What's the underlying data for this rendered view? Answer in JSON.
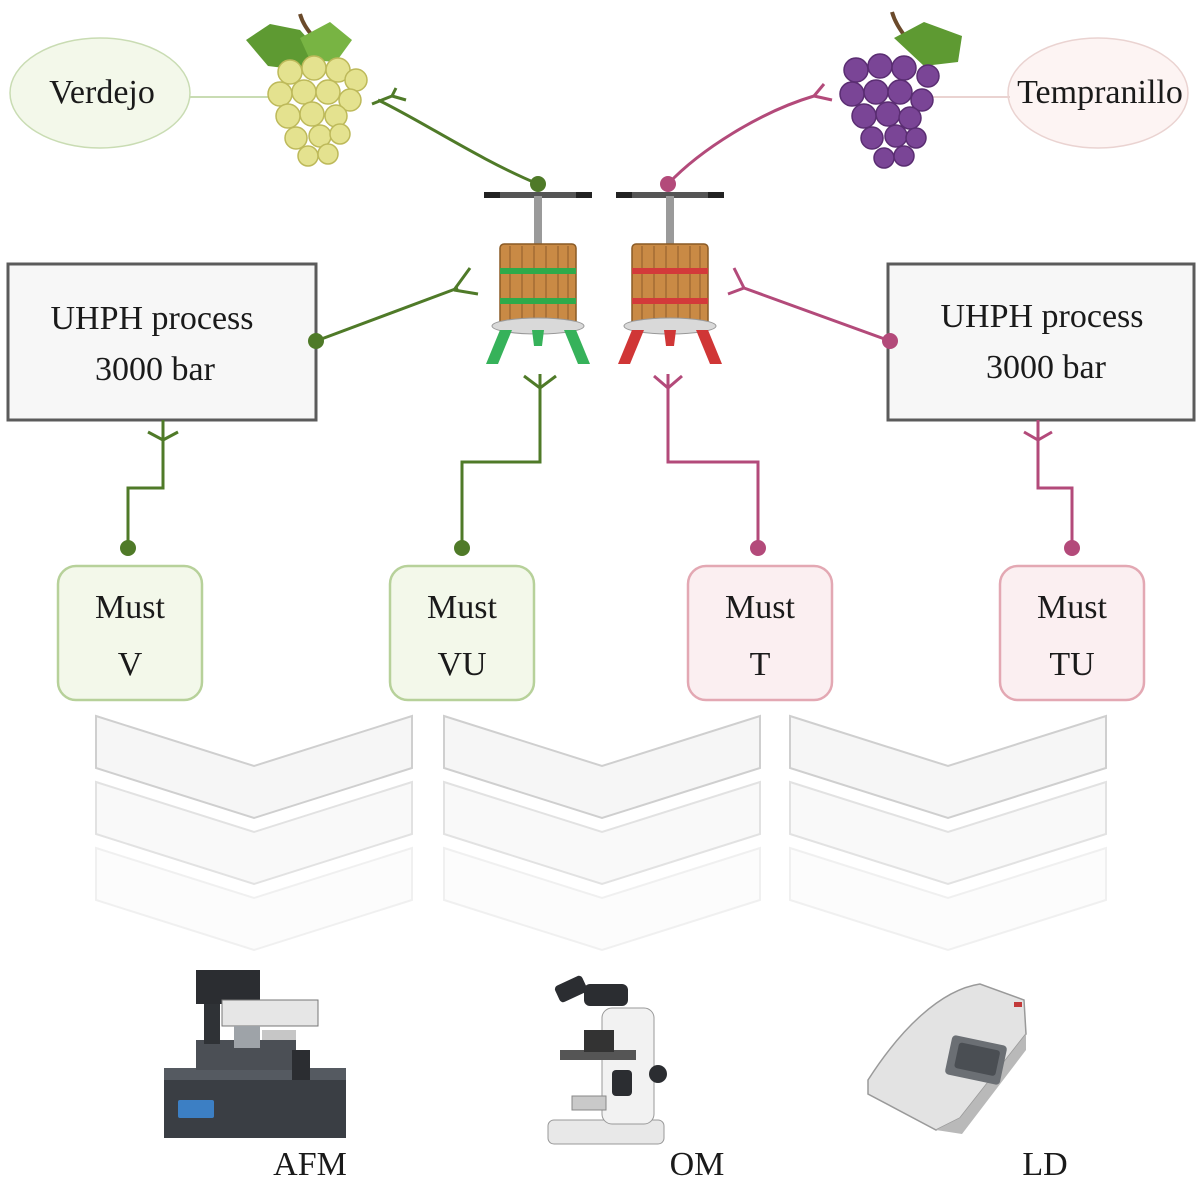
{
  "grapes": {
    "left": {
      "label": "Verdejo",
      "color": "#4f7a28"
    },
    "right": {
      "label": "Tempranillo",
      "color": "#b34a7a"
    }
  },
  "process": {
    "left": {
      "line1": "UHPH process",
      "line2": "3000 bar"
    },
    "right": {
      "line1": "UHPH process",
      "line2": "3000 bar"
    }
  },
  "musts": [
    {
      "line1": "Must",
      "line2": "V",
      "group": "green"
    },
    {
      "line1": "Must",
      "line2": "VU",
      "group": "green"
    },
    {
      "line1": "Must",
      "line2": "T",
      "group": "pink"
    },
    {
      "line1": "Must",
      "line2": "TU",
      "group": "pink"
    }
  ],
  "instruments": [
    {
      "label": "AFM",
      "icon": "atomic-force-microscope-icon"
    },
    {
      "label": "OM",
      "icon": "optical-microscope-icon"
    },
    {
      "label": "LD",
      "icon": "laser-diffraction-analyzer-icon"
    }
  ],
  "colors": {
    "green_line": "#4f7a28",
    "pink_line": "#b34a7a",
    "green_fill": "#f3f8ea",
    "green_border": "#b7d19a",
    "pink_fill": "#fbeff1",
    "pink_border": "#e3a8b3",
    "chevron": "#cfcfcf"
  }
}
